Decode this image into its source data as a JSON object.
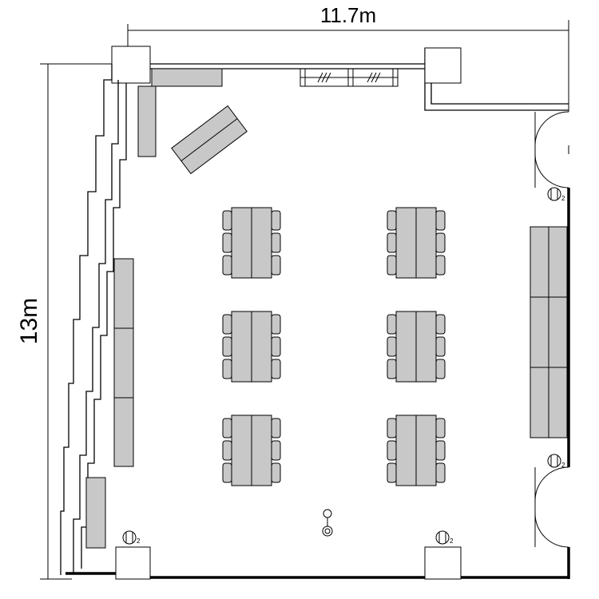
{
  "dimensions": {
    "width_label": "11.7m",
    "height_label": "13m"
  },
  "outlet_marks": [
    "2",
    "2",
    "2",
    "2"
  ],
  "table_groups": [
    {
      "column": "left",
      "row": 1
    },
    {
      "column": "left",
      "row": 2
    },
    {
      "column": "left",
      "row": 3
    },
    {
      "column": "right",
      "row": 1
    },
    {
      "column": "right",
      "row": 2
    },
    {
      "column": "right",
      "row": 3
    }
  ],
  "colors": {
    "wall": "#000000",
    "furniture": "#c8c8c8",
    "background": "#ffffff"
  }
}
